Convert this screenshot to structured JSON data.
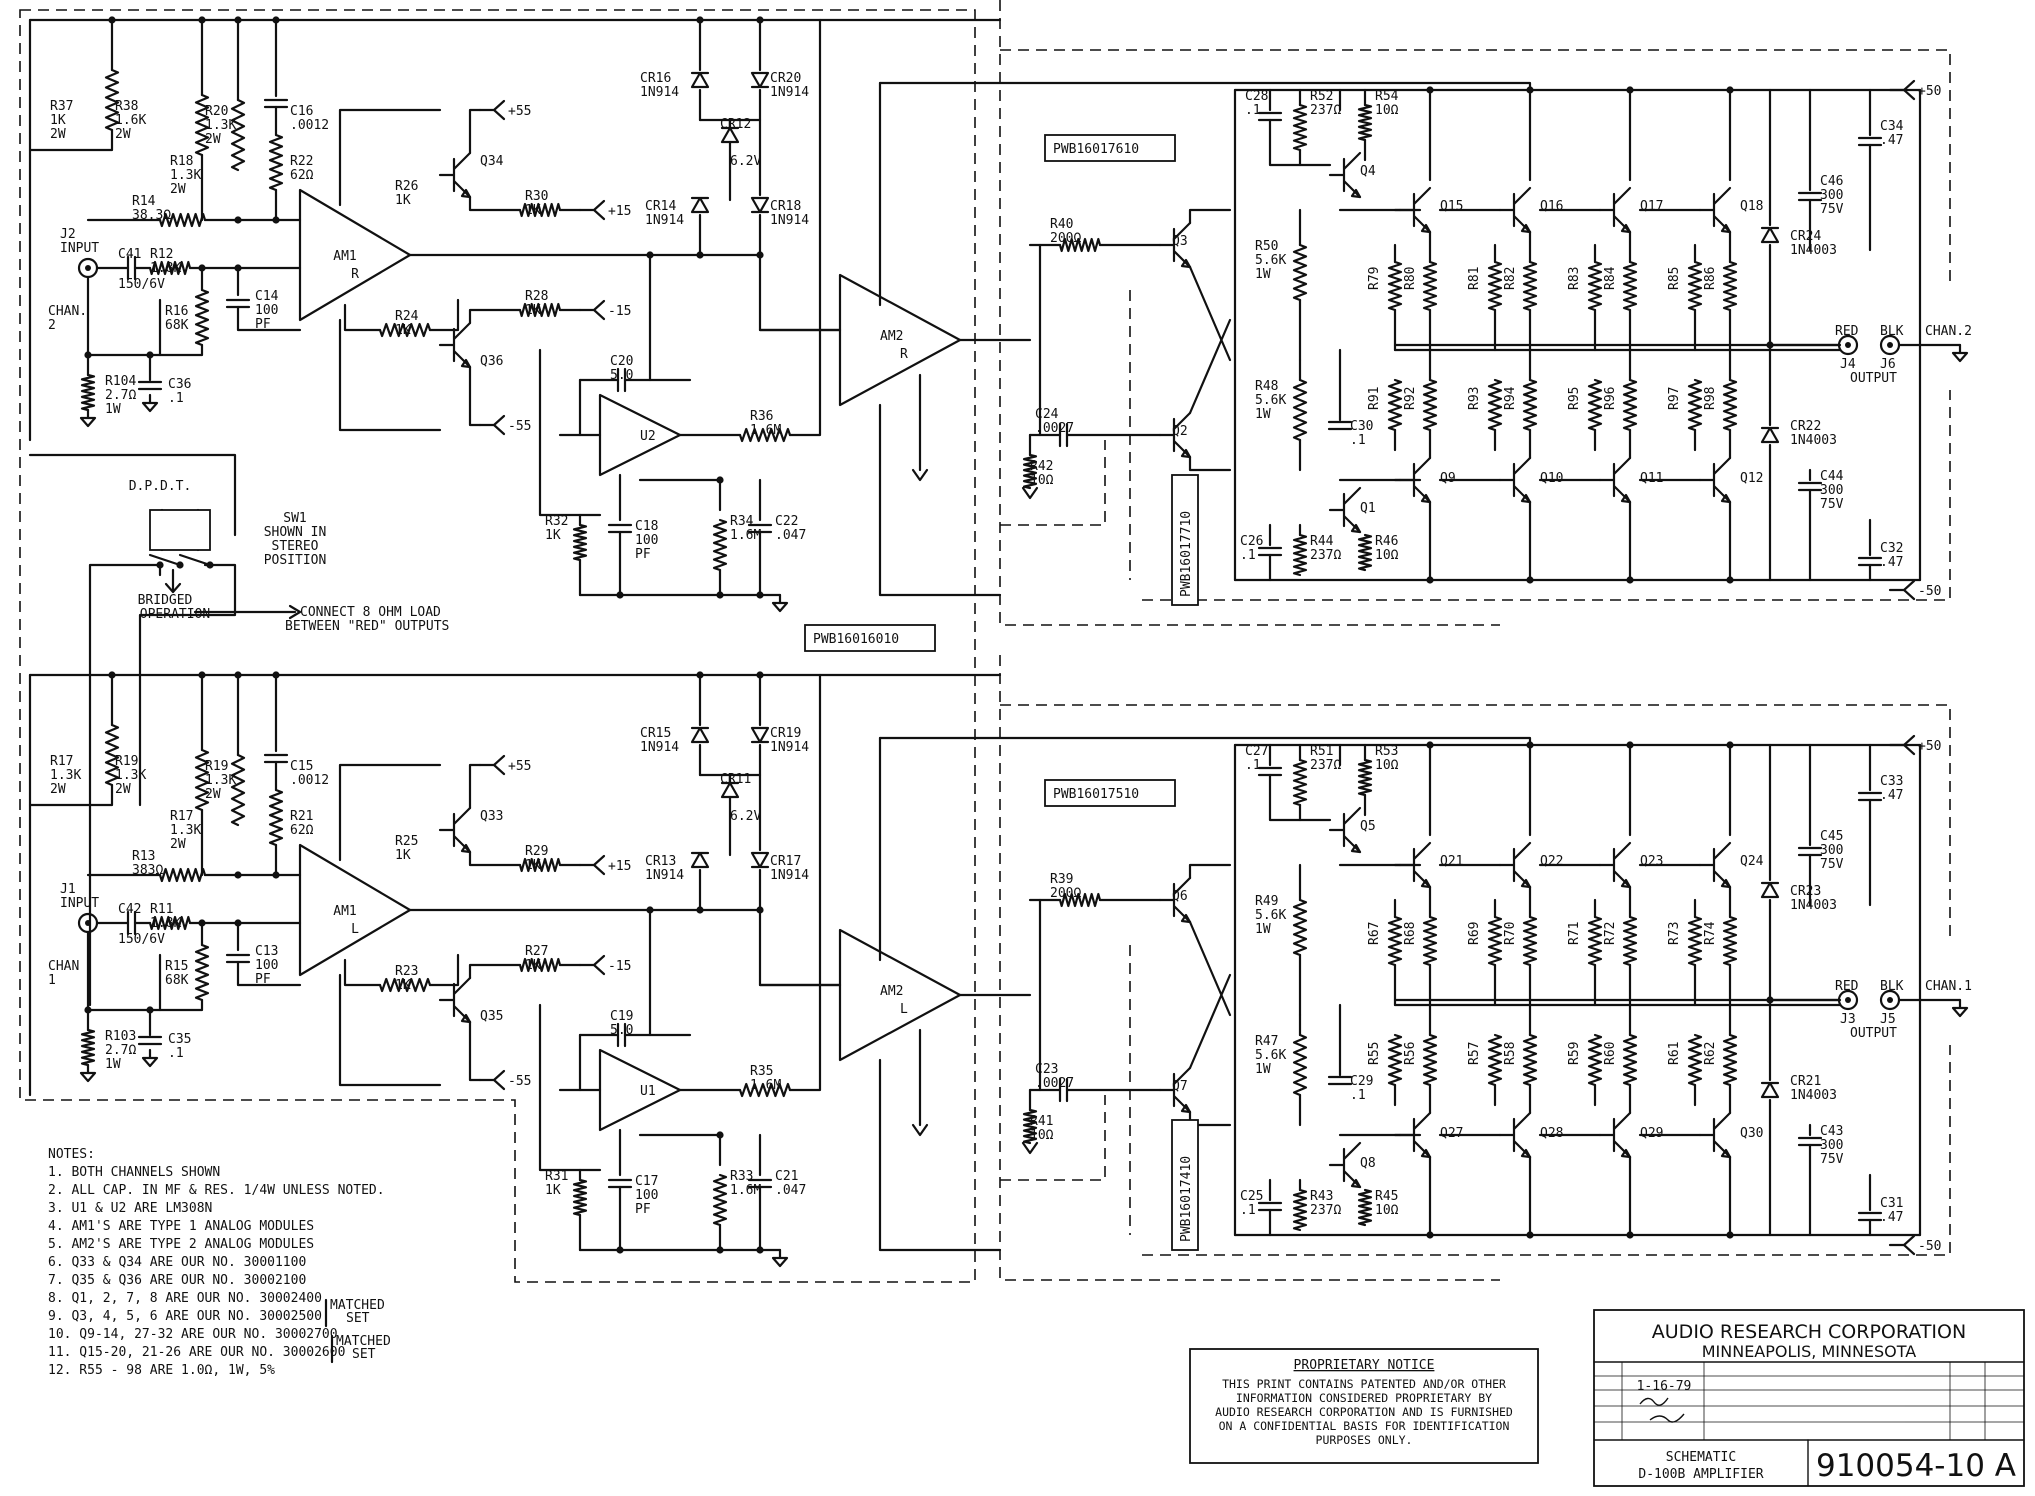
{
  "labels": {
    "R37": [
      "R37",
      "1K",
      "2W"
    ],
    "R38": [
      "R38",
      "1.6K",
      "2W"
    ],
    "R20": [
      "R20",
      "1.3K",
      "2W"
    ],
    "R18": [
      "R18",
      "1.3K",
      "2W"
    ],
    "C16": [
      "C16",
      ".0012"
    ],
    "R22": [
      "R22",
      "62Ω"
    ],
    "R14": [
      "R14",
      "38.3Ω"
    ],
    "J2": [
      "J2",
      "INPUT"
    ],
    "C41": [
      "C41"
    ],
    "C41v": [
      "150/6V"
    ],
    "R12": [
      "R12",
      "1.8K"
    ],
    "C14": [
      "C14",
      "100",
      "PF"
    ],
    "R16": [
      "R16",
      "68K"
    ],
    "CHAN2": [
      "CHAN.",
      "2"
    ],
    "R104": [
      "R104",
      "2.7Ω",
      "1W"
    ],
    "C36": [
      "C36",
      ".1"
    ],
    "AM1R": [
      "AM1",
      "R"
    ],
    "Q34": [
      "Q34"
    ],
    "R26": [
      "R26",
      "1K"
    ],
    "R30": [
      "R30",
      "1K"
    ],
    "R24": [
      "R24",
      "1K"
    ],
    "R28": [
      "R28",
      "1K"
    ],
    "Q36": [
      "Q36"
    ],
    "CR16": [
      "CR16",
      "1N914"
    ],
    "CR20": [
      "CR20",
      "1N914"
    ],
    "CR12": [
      "CR12"
    ],
    "CR12v": [
      "6.2V"
    ],
    "CR14": [
      "CR14",
      "1N914"
    ],
    "CR18": [
      "CR18",
      "1N914"
    ],
    "C20": [
      "C20",
      "5.0"
    ],
    "U2": [
      "U2"
    ],
    "R36": [
      "R36",
      "1.6M"
    ],
    "R32": [
      "R32",
      "1K"
    ],
    "C18": [
      "C18",
      "100",
      "PF"
    ],
    "R34": [
      "R34",
      "1.6M"
    ],
    "C22": [
      "C22",
      ".047"
    ],
    "AM2R": [
      "AM2",
      "R"
    ],
    "PWB1": [
      "PWB16016010"
    ],
    "PWB2": [
      "PWB16017610"
    ],
    "PWB3": [
      "PWB16017710"
    ],
    "R40": [
      "R40",
      "200Ω"
    ],
    "C24": [
      "C24",
      ".0027"
    ],
    "R42": [
      "R42",
      "10Ω"
    ],
    "Q3": [
      "Q3"
    ],
    "Q2": [
      "Q2"
    ],
    "C28": [
      "C28",
      ".1"
    ],
    "R52": [
      "R52",
      "237Ω"
    ],
    "R54": [
      "R54",
      "10Ω"
    ],
    "Q4": [
      "Q4"
    ],
    "R50": [
      "R50",
      "5.6K",
      "1W"
    ],
    "R48": [
      "R48",
      "5.6K",
      "1W"
    ],
    "C30": [
      "C30",
      ".1"
    ],
    "Q1": [
      "Q1"
    ],
    "C26": [
      "C26",
      ".1"
    ],
    "R44": [
      "R44",
      "237Ω"
    ],
    "R46": [
      "R46",
      "10Ω"
    ],
    "Q15": [
      "Q15"
    ],
    "Q16": [
      "Q16"
    ],
    "Q17": [
      "Q17"
    ],
    "Q18": [
      "Q18"
    ],
    "Q9": [
      "Q9"
    ],
    "Q10": [
      "Q10"
    ],
    "Q11": [
      "Q11"
    ],
    "Q12": [
      "Q12"
    ],
    "C46": [
      "C46",
      "300",
      "75V"
    ],
    "C34": [
      "C34",
      ".47"
    ],
    "CR24": [
      "CR24",
      "1N4003"
    ],
    "CR22": [
      "CR22",
      "1N4003"
    ],
    "C44": [
      "C44",
      "300",
      "75V"
    ],
    "C32": [
      "C32",
      ".47"
    ],
    "OUT2": [
      "RED",
      "BLK",
      "J4",
      "J6",
      "OUTPUT"
    ],
    "CHAN2O": [
      "CHAN.2"
    ],
    "DPDT": [
      "D.P.D.T."
    ],
    "SW1": [
      "SW1",
      "SHOWN IN",
      "STEREO",
      "POSITION"
    ],
    "BRIDGED": [
      "BRIDGED",
      "OPERATION"
    ],
    "LOAD": [
      "CONNECT 8 OHM LOAD",
      "BETWEEN \"RED\" OUTPUTS"
    ],
    "R17": [
      "R17",
      "1.3K",
      "2W"
    ],
    "R19": [
      "R19",
      "1.3K",
      "2W"
    ],
    "C15": [
      "C15",
      ".0012"
    ],
    "R21": [
      "R21",
      "62Ω"
    ],
    "CHAN1": [
      "CHAN",
      "1"
    ],
    "R13": [
      "R13",
      "383Ω"
    ],
    "J1": [
      "J1",
      "INPUT"
    ],
    "C42": [
      "C42"
    ],
    "C42v": [
      "150/6V"
    ],
    "R11": [
      "R11",
      "1.8K"
    ],
    "R15": [
      "R15",
      "68K"
    ],
    "C13": [
      "C13",
      "100",
      "PF"
    ],
    "AM1L": [
      "AM1",
      "L"
    ],
    "R103": [
      "R103",
      "2.7Ω",
      "1W"
    ],
    "C35": [
      "C35",
      ".1"
    ],
    "Q33": [
      "Q33"
    ],
    "R25": [
      "R25",
      "1K"
    ],
    "R29": [
      "R29",
      "1K"
    ],
    "R23": [
      "R23",
      "1K"
    ],
    "R27": [
      "R27",
      "1K"
    ],
    "Q35": [
      "Q35"
    ],
    "CR15": [
      "CR15",
      "1N914"
    ],
    "CR19": [
      "CR19",
      "1N914"
    ],
    "CR11": [
      "CR11"
    ],
    "CR11v": [
      "6.2V"
    ],
    "CR13": [
      "CR13",
      "1N914"
    ],
    "CR17": [
      "CR17",
      "1N914"
    ],
    "C19": [
      "C19",
      "5.0"
    ],
    "U1": [
      "U1"
    ],
    "R35": [
      "R35",
      "1.6M"
    ],
    "R31": [
      "R31",
      "1K"
    ],
    "C17": [
      "C17",
      "100",
      "PF"
    ],
    "R33": [
      "R33",
      "1.6M"
    ],
    "C21": [
      "C21",
      ".047"
    ],
    "AM2L": [
      "AM2",
      "L"
    ],
    "PWB4": [
      "PWB16017510"
    ],
    "PWB5": [
      "PWB16017410"
    ],
    "R39": [
      "R39",
      "200Ω"
    ],
    "C23": [
      "C23",
      ".0027"
    ],
    "R41": [
      "R41",
      "10Ω"
    ],
    "Q6": [
      "Q6"
    ],
    "Q7": [
      "Q7"
    ],
    "C27": [
      "C27",
      ".1"
    ],
    "R51": [
      "R51",
      "237Ω"
    ],
    "R53": [
      "R53",
      "10Ω"
    ],
    "Q5": [
      "Q5"
    ],
    "R49": [
      "R49",
      "5.6K",
      "1W"
    ],
    "R47": [
      "R47",
      "5.6K",
      "1W"
    ],
    "C29": [
      "C29",
      ".1"
    ],
    "Q8": [
      "Q8"
    ],
    "C25": [
      "C25",
      ".1"
    ],
    "R43": [
      "R43",
      "237Ω"
    ],
    "R45": [
      "R45",
      "10Ω"
    ],
    "Q21": [
      "Q21"
    ],
    "Q22": [
      "Q22"
    ],
    "Q23": [
      "Q23"
    ],
    "Q24": [
      "Q24"
    ],
    "Q27": [
      "Q27"
    ],
    "Q28": [
      "Q28"
    ],
    "Q29": [
      "Q29"
    ],
    "Q30": [
      "Q30"
    ],
    "C45": [
      "C45",
      "300",
      "75V"
    ],
    "C33": [
      "C33",
      ".47"
    ],
    "CR23": [
      "CR23",
      "1N4003"
    ],
    "CR21": [
      "CR21",
      "1N4003"
    ],
    "C43": [
      "C43",
      "300",
      "75V"
    ],
    "C31": [
      "C31",
      ".47"
    ],
    "OUT1": [
      "RED",
      "BLK",
      "J3",
      "J5",
      "OUTPUT"
    ],
    "CHAN1O": [
      "CHAN.1"
    ],
    "P55": "+55",
    "N55": "-55",
    "P15": "+15",
    "N15": "-15",
    "P50": "+50",
    "N50": "-50"
  },
  "resistor_bank_top": [
    "R79",
    "R80",
    "R81",
    "R82",
    "R83",
    "R84",
    "R85",
    "R86"
  ],
  "resistor_bank_top2": [
    "R91",
    "R92",
    "R93",
    "R94",
    "R95",
    "R96",
    "R97",
    "R98"
  ],
  "resistor_bank_bot": [
    "R67",
    "R68",
    "R69",
    "R70",
    "R71",
    "R72",
    "R73",
    "R74"
  ],
  "resistor_bank_bot2": [
    "R55",
    "R56",
    "R57",
    "R58",
    "R59",
    "R60",
    "R61",
    "R62"
  ],
  "notes": {
    "title": "NOTES:",
    "lines": [
      "1. BOTH CHANNELS SHOWN",
      "2. ALL CAP. IN MF & RES. 1/4W UNLESS NOTED.",
      "3. U1 & U2 ARE LM308N",
      "4. AM1'S ARE TYPE 1 ANALOG MODULES",
      "5. AM2'S ARE TYPE 2 ANALOG MODULES",
      "6. Q33 & Q34 ARE OUR NO. 30001100",
      "7. Q35 & Q36 ARE OUR NO. 30002100",
      "8. Q1, 2, 7, 8 ARE OUR NO. 30002400",
      "9. Q3, 4, 5, 6 ARE OUR NO. 30002500",
      "10. Q9-14, 27-32 ARE OUR NO. 30002700",
      "11. Q15-20, 21-26 ARE OUR NO. 30002600",
      "12. R55 - 98 ARE 1.0Ω, 1W, 5%"
    ],
    "matched_set": [
      "MATCHED",
      "SET"
    ]
  },
  "proprietary": {
    "title": "PROPRIETARY NOTICE",
    "lines": [
      "THIS PRINT CONTAINS PATENTED AND/OR OTHER",
      "INFORMATION CONSIDERED PROPRIETARY BY",
      "AUDIO RESEARCH CORPORATION AND IS FURNISHED",
      "ON A CONFIDENTIAL BASIS FOR IDENTIFICATION",
      "PURPOSES ONLY."
    ]
  },
  "title_block": {
    "company": "AUDIO RESEARCH CORPORATION",
    "location": "MINNEAPOLIS, MINNESOTA",
    "date": "1-16-79",
    "title_line1": "SCHEMATIC",
    "title_line2": "D-100B AMPLIFIER",
    "drawing_no": "910054-10 A"
  }
}
